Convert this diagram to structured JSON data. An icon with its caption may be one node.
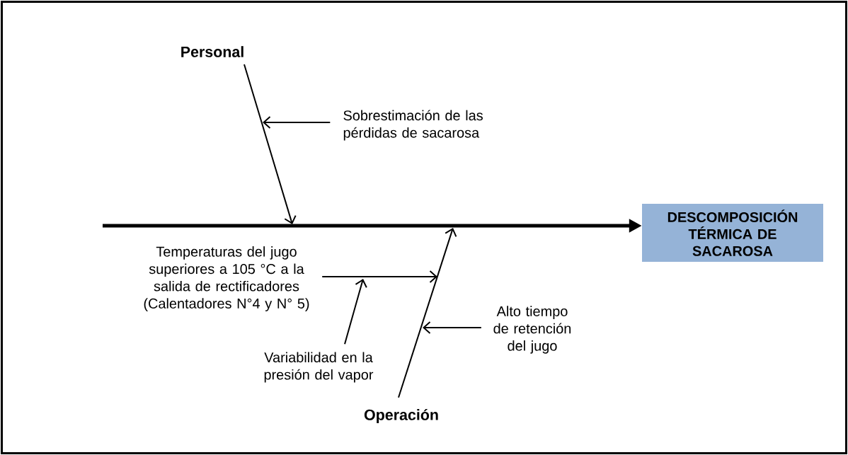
{
  "diagram": {
    "nodes": [
      {
        "text": [
          "DESCOMPOSICIÓN TÉRMICA DE SACAROSA"
        ]
      },
      {
        "text": [
          "Personal"
        ]
      },
      {
        "text": [
          "Operación"
        ]
      },
      {
        "text": [
          "Sobrestimación de las pérdidas de sacarosa"
        ]
      },
      {
        "text": [
          "Temperaturas del jugo superiores a 105 °C a la salida de rectificadores (Calentadores N°4 y N° 5)"
        ]
      },
      {
        "text": [
          "Variabilidad en la presión del vapor"
        ]
      },
      {
        "text": [
          "Alto tiempo de retención del jugo"
        ]
      }
    ],
    "edges": [
      {
        "from": null,
        "to": 0,
        "arrow": "to",
        "style": "thick"
      },
      {
        "from": 1,
        "to": null,
        "arrow": "to"
      },
      {
        "from": 3,
        "to": null,
        "arrow": "to"
      },
      {
        "from": 2,
        "to": null,
        "arrow": "to"
      },
      {
        "from": 4,
        "to": null,
        "arrow": "to"
      },
      {
        "from": 5,
        "to": null,
        "arrow": "to"
      },
      {
        "from": 6,
        "to": null,
        "arrow": "to"
      }
    ]
  }
}
